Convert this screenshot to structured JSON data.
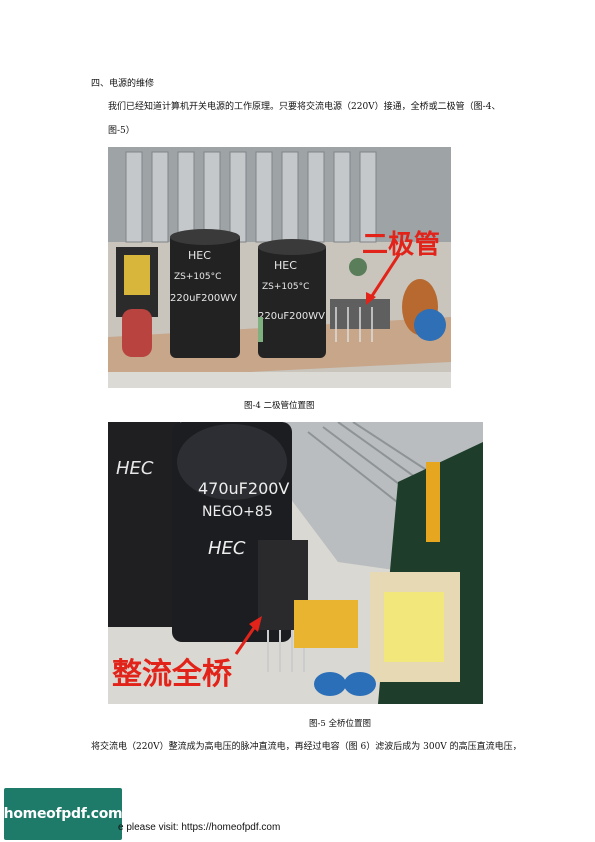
{
  "section_heading": "四、电源的维修",
  "paragraph1_line1": "我们已经知道计算机开关电源的工作原理。只要将交流电源（220V）接通，全桥或二极管（图-4、",
  "paragraph1_line2": "图-5）",
  "figure4": {
    "caption": "图-4 二极管位置图",
    "annotation": "二极管",
    "capacitor_brand": "HEC",
    "capacitor_rating1": "ZS+105°C",
    "capacitor_rating2": "220uF200WV"
  },
  "figure5": {
    "caption": "图-5 全桥位置图",
    "annotation": "整流全桥",
    "capacitor_brand": "HEC",
    "capacitor_rating1": "470uF200V",
    "capacitor_rating2": "NEGO+85"
  },
  "paragraph2": "将交流电（220V）整流成为高电压的脉冲直流电，再经过电容（图 6）滤波后成为 300V 的高压直流电压，",
  "footer": {
    "logo_text": "homeofpdf.com",
    "visit_text": "e please visit: https://homeofpdf.com"
  },
  "colors": {
    "annotation_red": "#e2231a",
    "logo_bg": "#1e7a69"
  }
}
